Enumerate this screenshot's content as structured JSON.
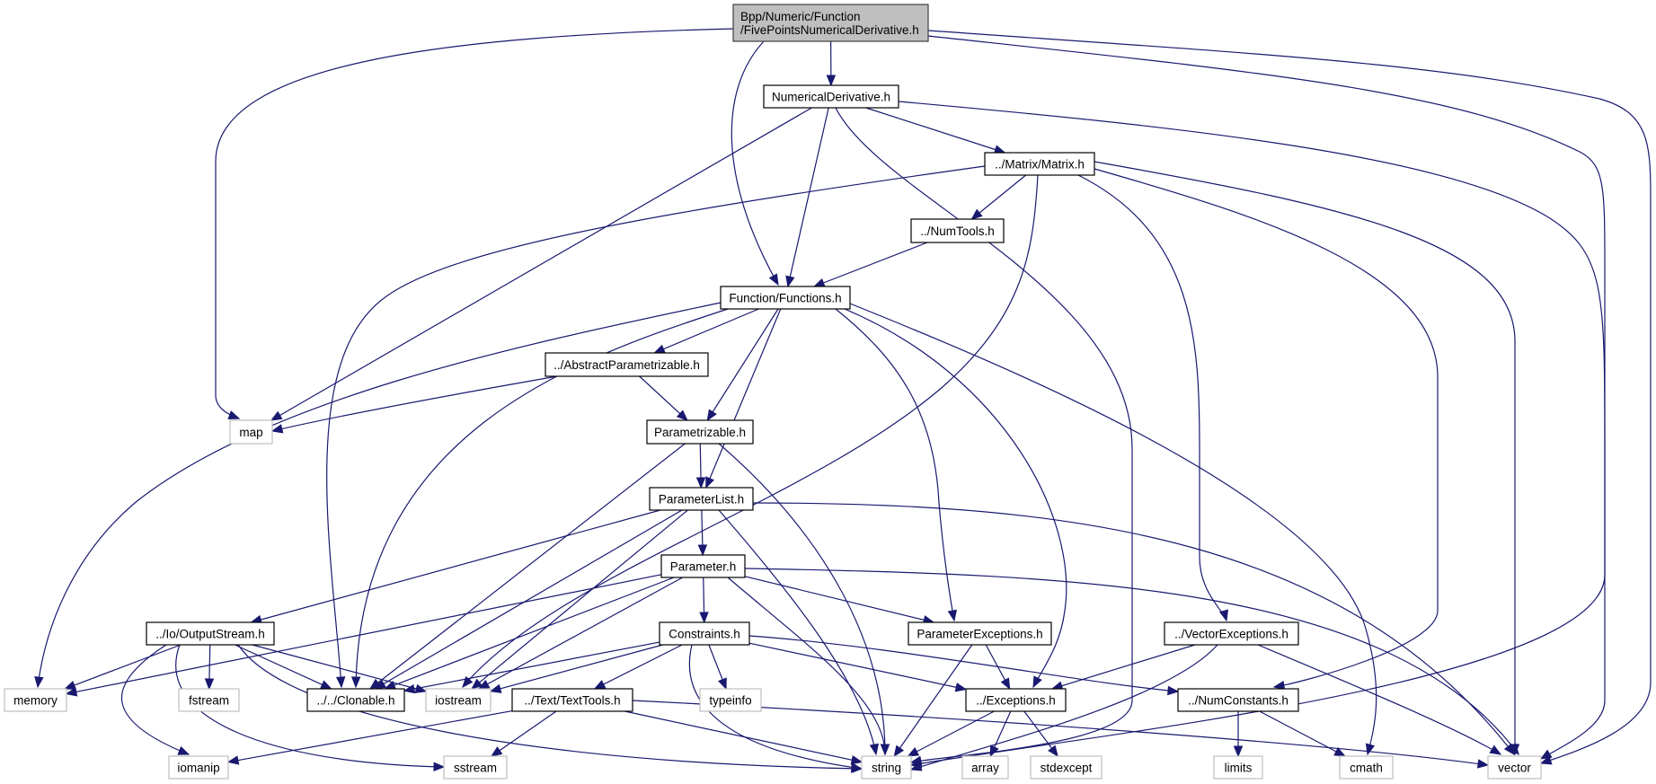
{
  "diagram": {
    "title": "Include dependency graph for FivePointsNumericalDerivative.h",
    "colors": {
      "edge": "#191970",
      "root_fill": "#bfbfbf",
      "root_border": "#404040",
      "local_border": "#000000",
      "system_border": "#bfbfbf"
    },
    "nodes": [
      {
        "id": "root",
        "kind": "root",
        "lines": [
          "Bpp/Numeric/Function",
          "/FivePointsNumericalDerivative.h"
        ]
      },
      {
        "id": "numderiv",
        "kind": "local",
        "lines": [
          "NumericalDerivative.h"
        ]
      },
      {
        "id": "matrix",
        "kind": "local",
        "lines": [
          "../Matrix/Matrix.h"
        ]
      },
      {
        "id": "numtools",
        "kind": "local",
        "lines": [
          "../NumTools.h"
        ]
      },
      {
        "id": "functions",
        "kind": "local",
        "lines": [
          "Function/Functions.h"
        ]
      },
      {
        "id": "abstractparam",
        "kind": "local",
        "lines": [
          "../AbstractParametrizable.h"
        ]
      },
      {
        "id": "parametrizable",
        "kind": "local",
        "lines": [
          "Parametrizable.h"
        ]
      },
      {
        "id": "paramlist",
        "kind": "local",
        "lines": [
          "ParameterList.h"
        ]
      },
      {
        "id": "parameter",
        "kind": "local",
        "lines": [
          "Parameter.h"
        ]
      },
      {
        "id": "outputstream",
        "kind": "local",
        "lines": [
          "../Io/OutputStream.h"
        ]
      },
      {
        "id": "constraints",
        "kind": "local",
        "lines": [
          "Constraints.h"
        ]
      },
      {
        "id": "paramexc",
        "kind": "local",
        "lines": [
          "ParameterExceptions.h"
        ]
      },
      {
        "id": "vectorexc",
        "kind": "local",
        "lines": [
          "../VectorExceptions.h"
        ]
      },
      {
        "id": "clonable",
        "kind": "local",
        "lines": [
          "../../Clonable.h"
        ]
      },
      {
        "id": "texttools",
        "kind": "local",
        "lines": [
          "../Text/TextTools.h"
        ]
      },
      {
        "id": "exceptions",
        "kind": "local",
        "lines": [
          "../Exceptions.h"
        ]
      },
      {
        "id": "numconstants",
        "kind": "local",
        "lines": [
          "../NumConstants.h"
        ]
      },
      {
        "id": "map",
        "kind": "system",
        "lines": [
          "map"
        ]
      },
      {
        "id": "memory",
        "kind": "system",
        "lines": [
          "memory"
        ]
      },
      {
        "id": "fstream",
        "kind": "system",
        "lines": [
          "fstream"
        ]
      },
      {
        "id": "iostream",
        "kind": "system",
        "lines": [
          "iostream"
        ]
      },
      {
        "id": "typeinfo",
        "kind": "system",
        "lines": [
          "typeinfo"
        ]
      },
      {
        "id": "iomanip",
        "kind": "system",
        "lines": [
          "iomanip"
        ]
      },
      {
        "id": "sstream",
        "kind": "system",
        "lines": [
          "sstream"
        ]
      },
      {
        "id": "string",
        "kind": "system",
        "lines": [
          "string"
        ]
      },
      {
        "id": "array",
        "kind": "system",
        "lines": [
          "array"
        ]
      },
      {
        "id": "stdexcept",
        "kind": "system",
        "lines": [
          "stdexcept"
        ]
      },
      {
        "id": "limits",
        "kind": "system",
        "lines": [
          "limits"
        ]
      },
      {
        "id": "cmath",
        "kind": "system",
        "lines": [
          "cmath"
        ]
      },
      {
        "id": "vector",
        "kind": "system",
        "lines": [
          "vector"
        ]
      }
    ],
    "edges": [
      [
        "root",
        "numderiv"
      ],
      [
        "root",
        "functions"
      ],
      [
        "root",
        "map"
      ],
      [
        "root",
        "string"
      ],
      [
        "root",
        "vector"
      ],
      [
        "numderiv",
        "functions"
      ],
      [
        "numderiv",
        "matrix"
      ],
      [
        "numderiv",
        "map"
      ],
      [
        "numderiv",
        "string"
      ],
      [
        "numderiv",
        "vector"
      ],
      [
        "matrix",
        "numtools"
      ],
      [
        "matrix",
        "clonable"
      ],
      [
        "matrix",
        "iostream"
      ],
      [
        "matrix",
        "vectorexc"
      ],
      [
        "matrix",
        "numconstants"
      ],
      [
        "matrix",
        "vector"
      ],
      [
        "numtools",
        "functions"
      ],
      [
        "functions",
        "abstractparam"
      ],
      [
        "functions",
        "parametrizable"
      ],
      [
        "functions",
        "paramlist"
      ],
      [
        "functions",
        "paramexc"
      ],
      [
        "functions",
        "exceptions"
      ],
      [
        "functions",
        "memory"
      ],
      [
        "functions",
        "clonable"
      ],
      [
        "functions",
        "cmath"
      ],
      [
        "abstractparam",
        "parametrizable"
      ],
      [
        "abstractparam",
        "map"
      ],
      [
        "parametrizable",
        "paramlist"
      ],
      [
        "parametrizable",
        "clonable"
      ],
      [
        "parametrizable",
        "string"
      ],
      [
        "paramlist",
        "parameter"
      ],
      [
        "paramlist",
        "outputstream"
      ],
      [
        "paramlist",
        "clonable"
      ],
      [
        "paramlist",
        "iostream"
      ],
      [
        "paramlist",
        "string"
      ],
      [
        "paramlist",
        "vector"
      ],
      [
        "parameter",
        "constraints"
      ],
      [
        "parameter",
        "paramexc"
      ],
      [
        "parameter",
        "clonable"
      ],
      [
        "parameter",
        "iostream"
      ],
      [
        "parameter",
        "memory"
      ],
      [
        "parameter",
        "string"
      ],
      [
        "parameter",
        "vector"
      ],
      [
        "outputstream",
        "memory"
      ],
      [
        "outputstream",
        "fstream"
      ],
      [
        "outputstream",
        "clonable"
      ],
      [
        "outputstream",
        "iostream"
      ],
      [
        "outputstream",
        "iomanip"
      ],
      [
        "outputstream",
        "sstream"
      ],
      [
        "outputstream",
        "string"
      ],
      [
        "constraints",
        "texttools"
      ],
      [
        "constraints",
        "typeinfo"
      ],
      [
        "constraints",
        "clonable"
      ],
      [
        "constraints",
        "iostream"
      ],
      [
        "constraints",
        "exceptions"
      ],
      [
        "constraints",
        "numconstants"
      ],
      [
        "constraints",
        "string"
      ],
      [
        "paramexc",
        "exceptions"
      ],
      [
        "paramexc",
        "string"
      ],
      [
        "vectorexc",
        "exceptions"
      ],
      [
        "vectorexc",
        "string"
      ],
      [
        "vectorexc",
        "vector"
      ],
      [
        "texttools",
        "iomanip"
      ],
      [
        "texttools",
        "sstream"
      ],
      [
        "texttools",
        "string"
      ],
      [
        "texttools",
        "vector"
      ],
      [
        "exceptions",
        "string"
      ],
      [
        "exceptions",
        "array"
      ],
      [
        "exceptions",
        "stdexcept"
      ],
      [
        "numconstants",
        "limits"
      ],
      [
        "numconstants",
        "cmath"
      ]
    ]
  }
}
